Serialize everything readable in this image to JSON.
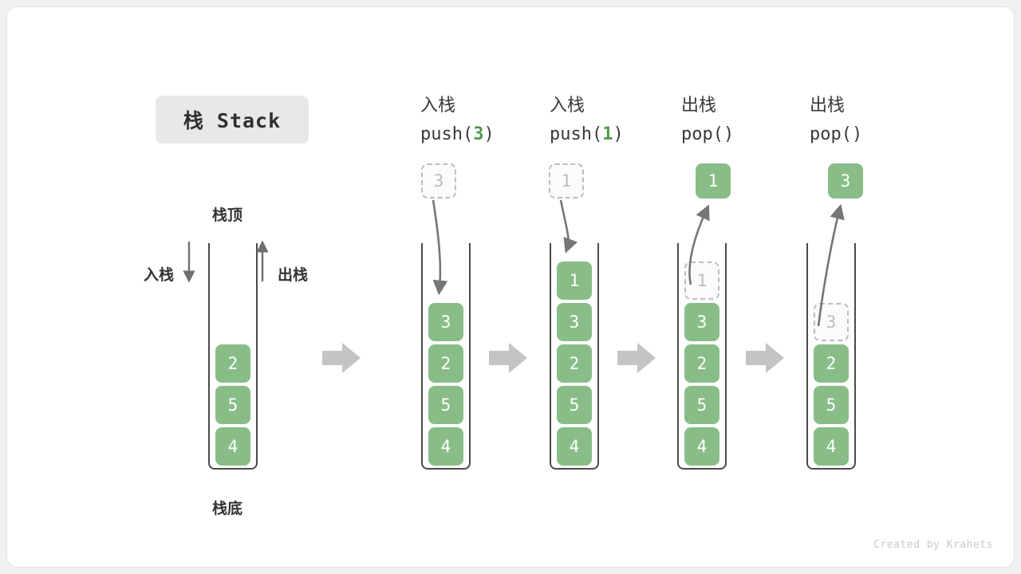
{
  "title": {
    "label": "栈 Stack"
  },
  "left_panel": {
    "top_label": "栈顶",
    "bottom_label": "栈底",
    "push_label": "入栈",
    "pop_label": "出栈",
    "cells": [
      "2",
      "5",
      "4"
    ]
  },
  "columns": [
    {
      "id": "push-3",
      "op_cn": "入栈",
      "op_code_prefix": "push(",
      "op_code_arg": "3",
      "op_code_suffix": ")",
      "floater": {
        "value": "3",
        "style": "ghost",
        "position": "above"
      },
      "arrow": "down-into-stack",
      "cells": [
        {
          "value": "3",
          "style": "filled"
        },
        {
          "value": "2",
          "style": "filled"
        },
        {
          "value": "5",
          "style": "filled"
        },
        {
          "value": "4",
          "style": "filled"
        }
      ]
    },
    {
      "id": "push-1",
      "op_cn": "入栈",
      "op_code_prefix": "push(",
      "op_code_arg": "1",
      "op_code_suffix": ")",
      "floater": {
        "value": "1",
        "style": "ghost",
        "position": "above"
      },
      "arrow": "down-into-stack",
      "cells": [
        {
          "value": "1",
          "style": "filled"
        },
        {
          "value": "3",
          "style": "filled"
        },
        {
          "value": "2",
          "style": "filled"
        },
        {
          "value": "5",
          "style": "filled"
        },
        {
          "value": "4",
          "style": "filled"
        }
      ]
    },
    {
      "id": "pop-1",
      "op_cn": "出栈",
      "op_code_prefix": "pop(",
      "op_code_arg": "",
      "op_code_suffix": ")",
      "floater": {
        "value": "1",
        "style": "filled",
        "position": "above"
      },
      "arrow": "up-out-of-stack",
      "cells": [
        {
          "value": "1",
          "style": "ghost"
        },
        {
          "value": "3",
          "style": "filled"
        },
        {
          "value": "2",
          "style": "filled"
        },
        {
          "value": "5",
          "style": "filled"
        },
        {
          "value": "4",
          "style": "filled"
        }
      ]
    },
    {
      "id": "pop-3",
      "op_cn": "出栈",
      "op_code_prefix": "pop(",
      "op_code_arg": "",
      "op_code_suffix": ")",
      "floater": {
        "value": "3",
        "style": "filled",
        "position": "above"
      },
      "arrow": "up-out-of-stack",
      "cells": [
        {
          "value": "3",
          "style": "ghost"
        },
        {
          "value": "2",
          "style": "filled"
        },
        {
          "value": "5",
          "style": "filled"
        },
        {
          "value": "4",
          "style": "filled"
        }
      ]
    }
  ],
  "credit": "Created by Krahets",
  "colors": {
    "green": "#88bd88",
    "green_text": "#4e9a4e",
    "ghost_border": "#bdbdbd",
    "stack_wall": "#4a4a4a",
    "block_arrow": "#c4c4c4",
    "curve_arrow": "#6f6f6f"
  }
}
